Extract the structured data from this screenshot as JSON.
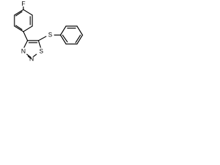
{
  "structure": {
    "atoms": {
      "fluorine": "F",
      "sulfur_thioether": "S",
      "nitrogen_1": "N",
      "nitrogen_2": "N",
      "sulfur_ring": "S"
    }
  }
}
